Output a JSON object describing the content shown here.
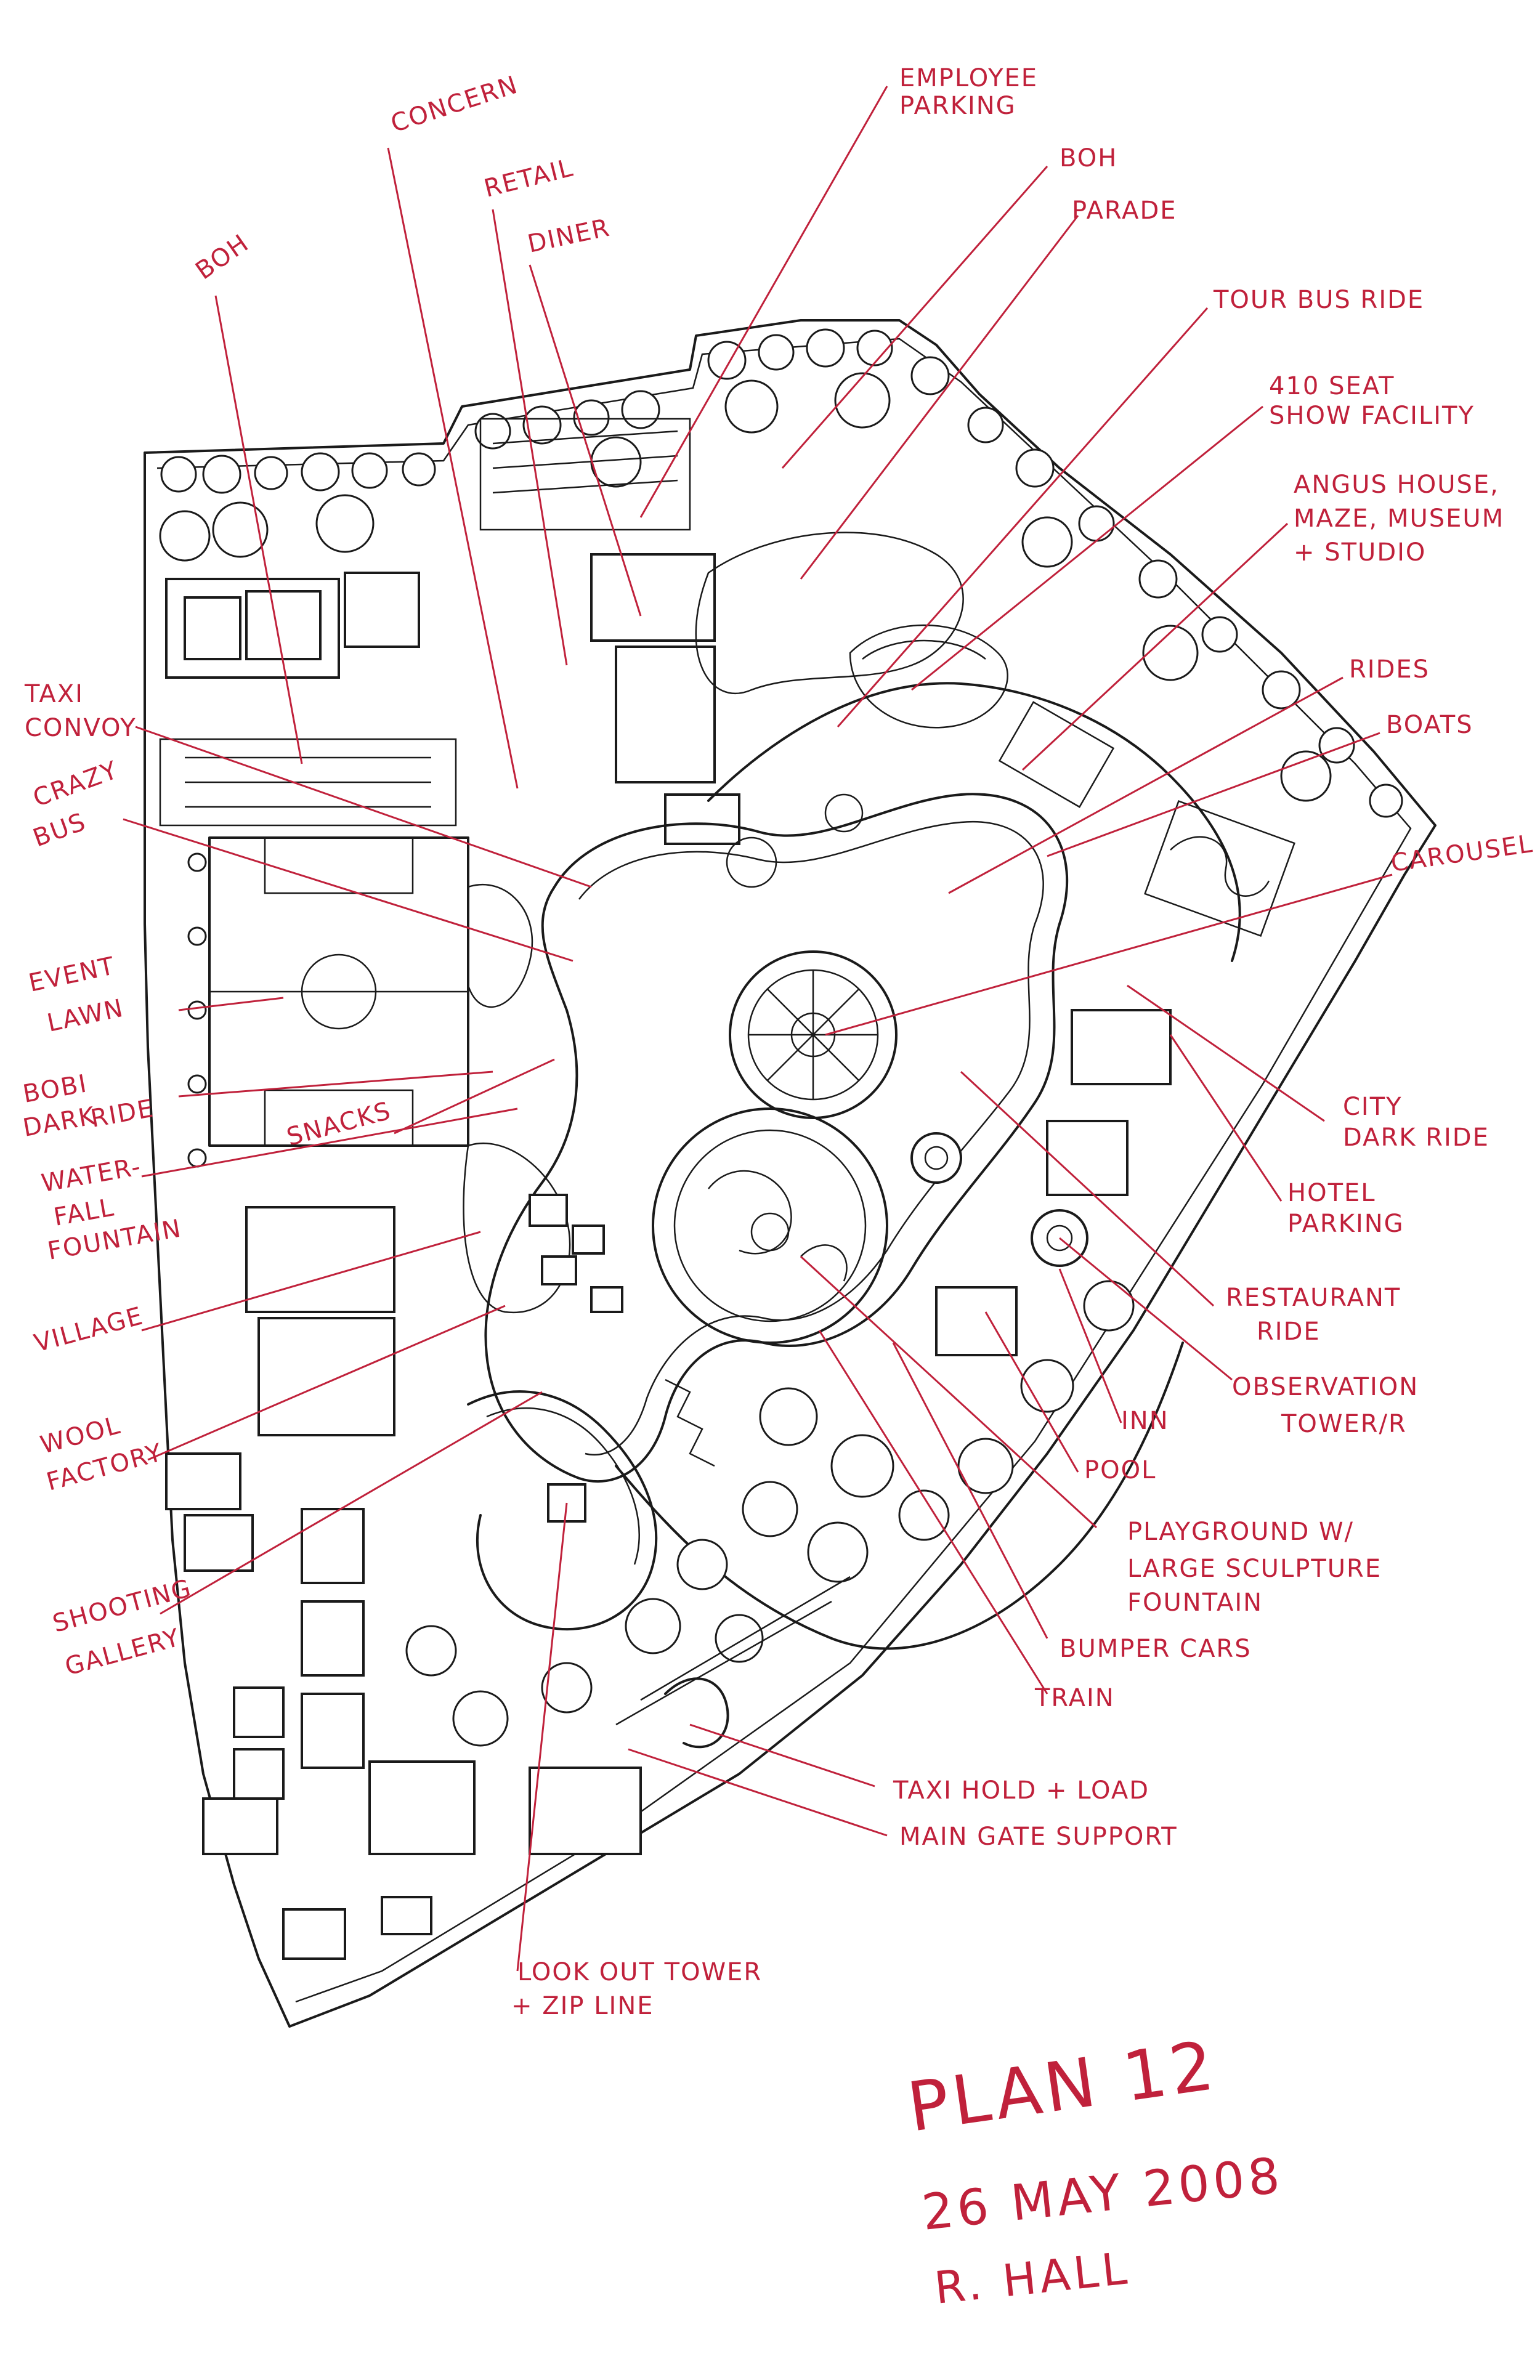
{
  "colors": {
    "ink": "#1a1a1a",
    "annotation": "#c0213b",
    "paper": "#ffffff"
  },
  "labels": {
    "boh_left": "BOH",
    "concern": "CONCERN",
    "retail": "RETAIL",
    "diner": "DINER",
    "employee_parking_1": "EMPLOYEE",
    "employee_parking_2": "PARKING",
    "boh_right": "BOH",
    "parade": "PARADE",
    "tour_bus_ride": "TOUR BUS RIDE",
    "show_facility_1": "410 SEAT",
    "show_facility_2": "SHOW FACILITY",
    "angus_1": "ANGUS HOUSE,",
    "angus_2": "MAZE, MUSEUM",
    "angus_3": "+ STUDIO",
    "rides": "RIDES",
    "boats": "BOATS",
    "carousel": "CAROUSEL",
    "city_dark_ride_1": "CITY",
    "city_dark_ride_2": "DARK RIDE",
    "hotel_parking_1": "HOTEL",
    "hotel_parking_2": "PARKING",
    "restaurant_ride_1": "RESTAURANT",
    "restaurant_ride_2": "RIDE",
    "observation_1": "OBSERVATION",
    "observation_2": "TOWER/R",
    "inn": "INN",
    "pool": "POOL",
    "playground_1": "PLAYGROUND W/",
    "playground_2": "LARGE SCULPTURE",
    "playground_3": "FOUNTAIN",
    "bumper_cars": "BUMPER CARS",
    "train": "TRAIN",
    "taxi_hold": "TAXI HOLD + LOAD",
    "main_gate": "MAIN GATE SUPPORT",
    "lookout_1": "LOOK OUT TOWER",
    "lookout_2": "+ ZIP LINE",
    "shooting_1": "SHOOTING",
    "shooting_2": "GALLERY",
    "wool_1": "WOOL",
    "wool_2": "FACTORY",
    "village": "VILLAGE",
    "waterfall_1": "WATER-",
    "waterfall_2": "FALL",
    "waterfall_3": "FOUNTAIN",
    "snacks": "SNACKS",
    "bobi_1": "BOBI",
    "bobi_2": "DARK",
    "bobi_3": "RIDE",
    "event_lawn_1": "EVENT",
    "event_lawn_2": "LAWN",
    "crazy_bus_1": "CRAZY",
    "crazy_bus_2": "BUS",
    "taxi_convoy_1": "TAXI",
    "taxi_convoy_2": "CONVOY"
  },
  "signature": {
    "plan": "PLAN 12",
    "date": "26 MAY 2008",
    "author": "R. HALL"
  }
}
